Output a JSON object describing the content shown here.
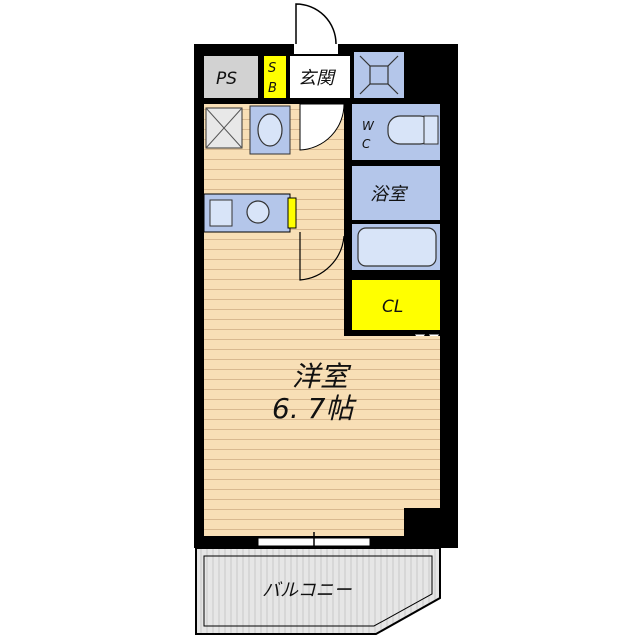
{
  "floorplan": {
    "rooms": {
      "ps": "PS",
      "sb": "SB",
      "entrance": "玄関",
      "wc": "WC",
      "bath": "浴室",
      "closet": "CL",
      "western_room": "洋室",
      "western_room_size": "6. 7帖",
      "balcony": "バルコニー"
    },
    "colors": {
      "wall": "#000000",
      "floor": "#f8dfb6",
      "floor_lines": "#d9b990",
      "wet_area": "#b4c6ea",
      "service_area": "#d2d2d2",
      "closet": "#ffff00",
      "balcony": "#e6e6e6"
    }
  }
}
